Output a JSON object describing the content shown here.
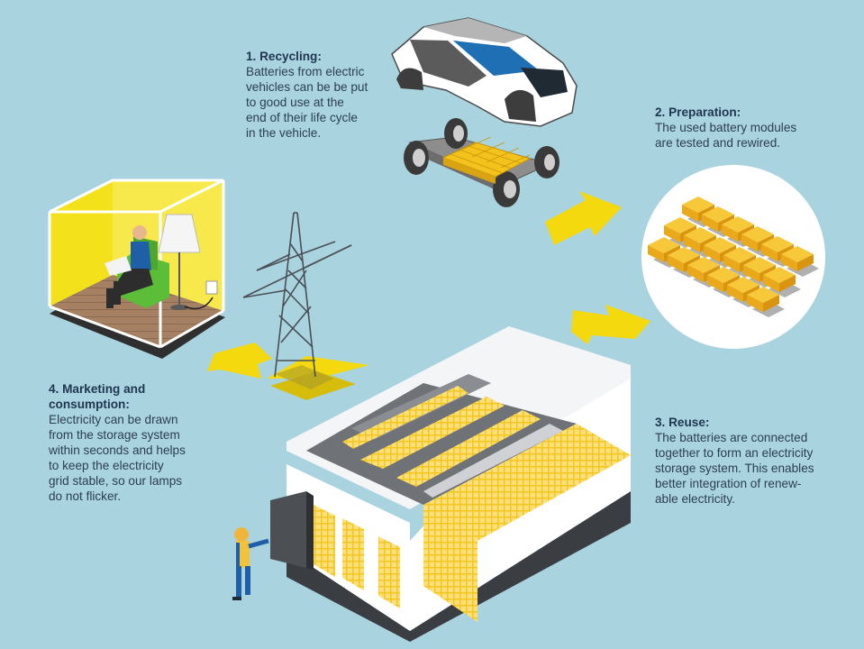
{
  "steps": [
    {
      "heading": "1. Recycling:",
      "body": "Batteries from electric\nvehicles can be be put\nto good use at the\nend of their life cycle\nin the vehicle."
    },
    {
      "heading": "2. Preparation:",
      "body": "The used battery modules\nare tested and rewired."
    },
    {
      "heading": "3. Reuse:",
      "body": "The batteries are connected\ntogether to form an electricity\nstorage system. This enables\nbetter integration of renew-\nable electricity."
    },
    {
      "heading": "4. Marketing and\n    consumption:",
      "body": "Electricity can be drawn\nfrom the storage system\nwithin seconds and helps\nto keep the electricity\ngrid stable, so our lamps\ndo not flicker."
    }
  ],
  "colors": {
    "background": "#a9d3df",
    "arrow": "#f5d90f",
    "battery": "#f3c21c",
    "text": "#2c3e50"
  },
  "icons": [
    "electric-car-icon",
    "battery-chassis-icon",
    "battery-modules-icon",
    "storage-building-icon",
    "power-pylon-icon",
    "living-room-icon",
    "worker-icon",
    "flow-arrow-icon"
  ]
}
